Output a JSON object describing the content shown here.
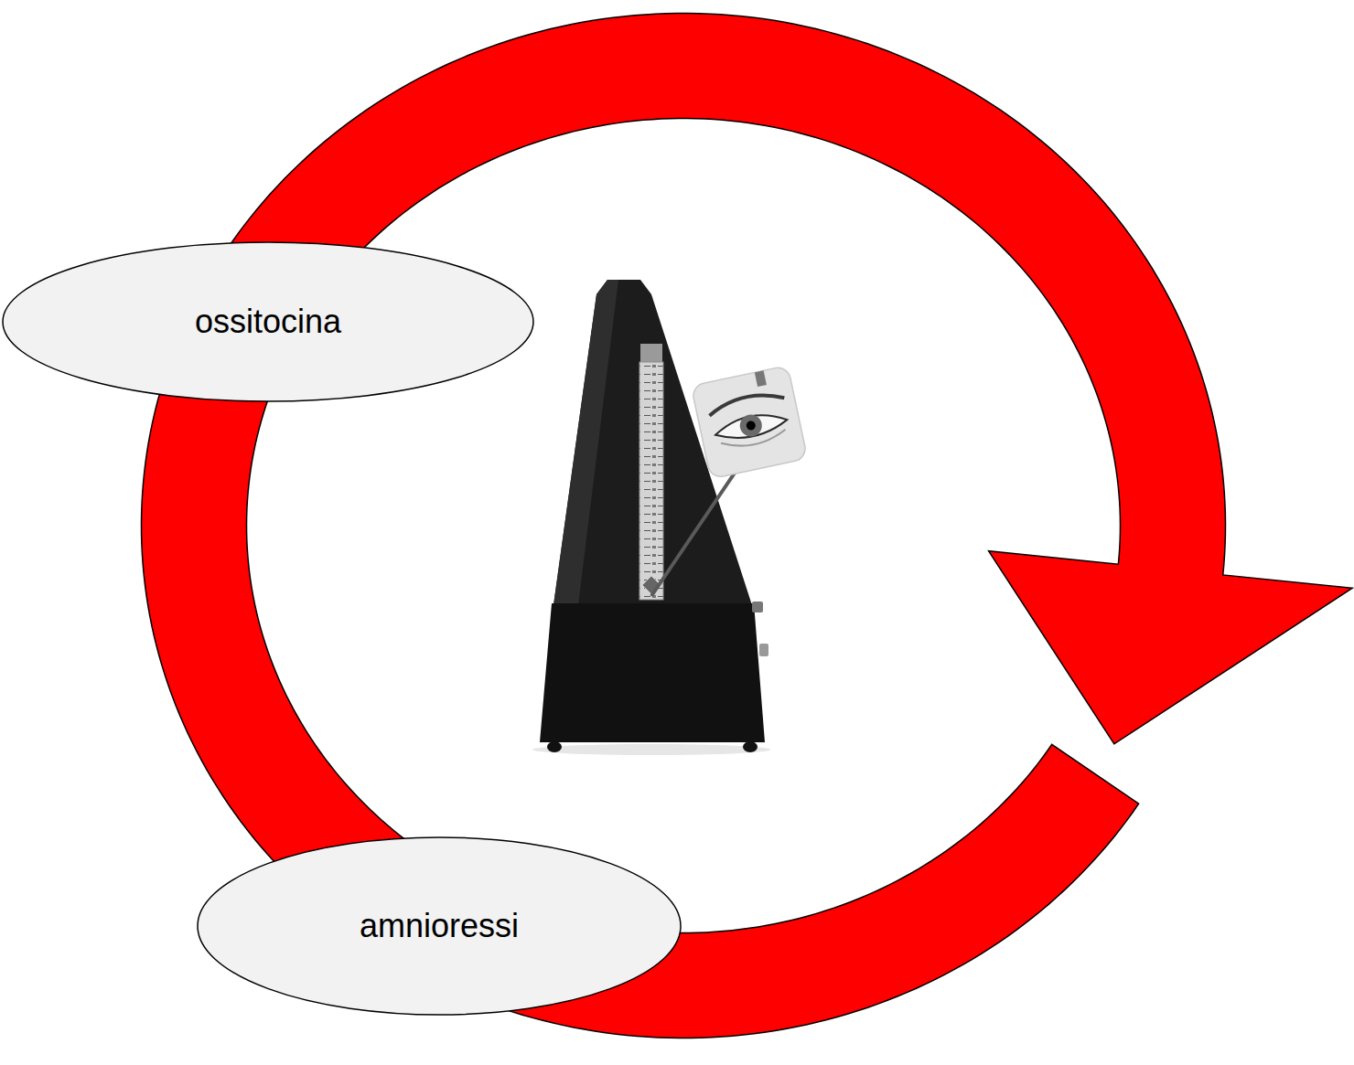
{
  "diagram": {
    "nodes": [
      {
        "text": [
          "ossitocina"
        ]
      },
      {
        "text": [
          "amnioressi"
        ]
      }
    ],
    "edges": [
      {
        "from": 0,
        "to": 1,
        "arrow": "to"
      },
      {
        "from": 1,
        "to": 0,
        "arrow": "none"
      }
    ]
  }
}
